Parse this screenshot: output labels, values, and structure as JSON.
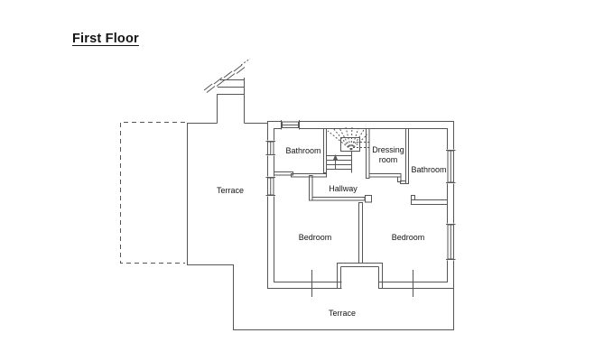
{
  "title": "First Floor",
  "colors": {
    "line": "#565656",
    "text": "#141414",
    "background": "#ffffff"
  },
  "rooms": {
    "bathroom_left": "Bathroom",
    "dressing_line1": "Dressing",
    "dressing_line2": "room",
    "bathroom_right": "Bathroom",
    "hallway": "Hallway",
    "terrace_left": "Terrace",
    "bedroom_left": "Bedroom",
    "bedroom_right": "Bedroom",
    "terrace_bottom": "Terrace"
  }
}
